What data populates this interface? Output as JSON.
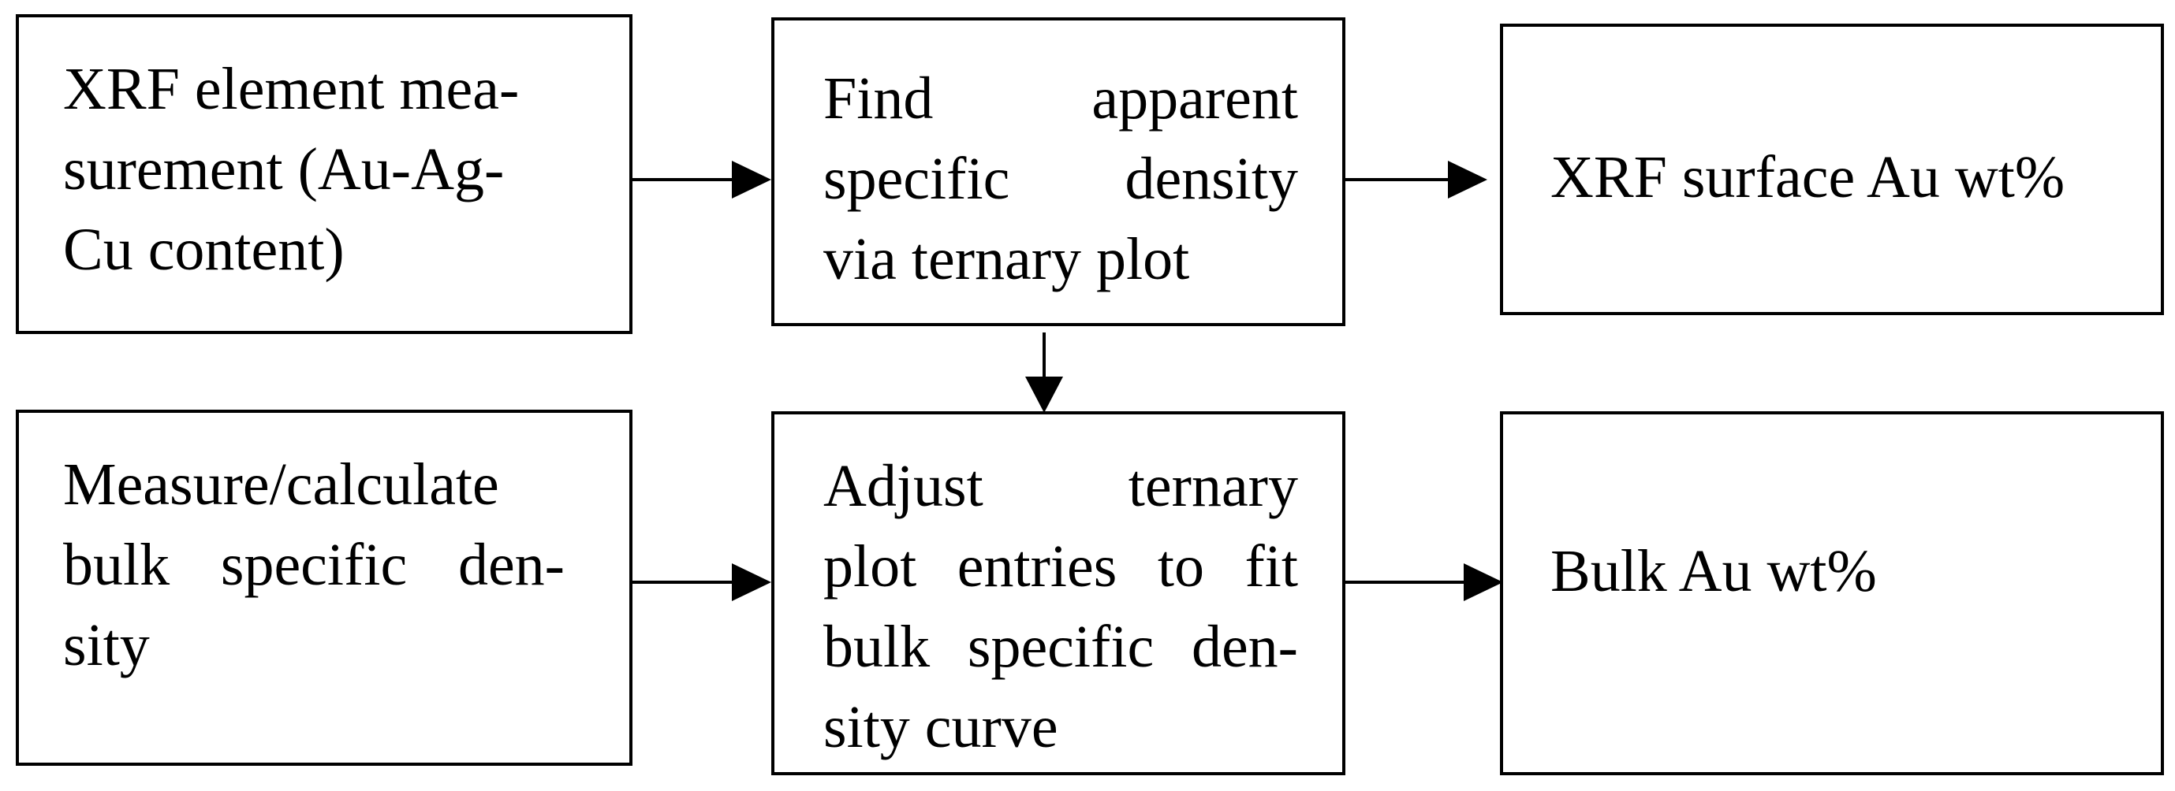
{
  "diagram": {
    "nodes": {
      "xrf_measurement": {
        "lines": [
          "XRF element mea-",
          "surement (Au-Ag-",
          "Cu content)"
        ]
      },
      "apparent_density": {
        "lines": [
          [
            "Find",
            "apparent"
          ],
          [
            "specific",
            "density"
          ],
          [
            "via ternary plot"
          ]
        ]
      },
      "surface_au": {
        "lines": [
          "XRF surface Au wt%"
        ]
      },
      "bulk_density": {
        "lines": [
          "Measure/calculate",
          [
            "bulk",
            "specific",
            "den-"
          ],
          "sity"
        ]
      },
      "adjust_plot": {
        "lines": [
          [
            "Adjust",
            "ternary"
          ],
          [
            "plot",
            "entries",
            "to",
            "fit"
          ],
          [
            "bulk",
            "specific",
            "den-"
          ],
          [
            "sity curve"
          ]
        ]
      },
      "bulk_au": {
        "lines": [
          "Bulk Au wt%"
        ]
      }
    },
    "edges": [
      {
        "from": "xrf_measurement",
        "to": "apparent_density"
      },
      {
        "from": "apparent_density",
        "to": "surface_au"
      },
      {
        "from": "apparent_density",
        "to": "adjust_plot"
      },
      {
        "from": "bulk_density",
        "to": "adjust_plot"
      },
      {
        "from": "adjust_plot",
        "to": "bulk_au"
      }
    ],
    "colors": {
      "stroke": "#000000",
      "background": "#ffffff"
    }
  }
}
